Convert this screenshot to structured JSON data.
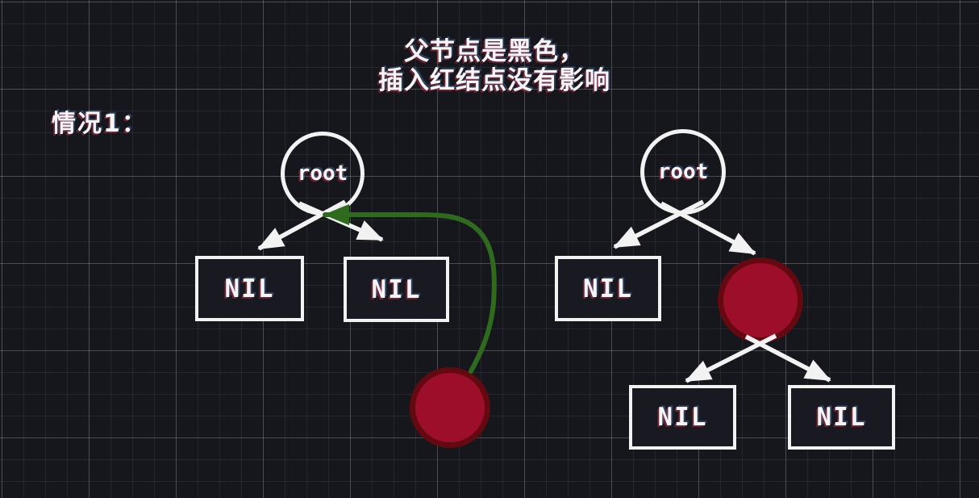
{
  "title": {
    "line1": "父节点是黑色，",
    "line2": "插入红结点没有影响"
  },
  "case_label": "情况1：",
  "left_tree": {
    "root_label": "root",
    "left_nil_label": "NIL",
    "right_nil_label": "NIL"
  },
  "right_tree": {
    "root_label": "root",
    "left_nil_label": "NIL",
    "bottom_left_nil_label": "NIL",
    "bottom_right_nil_label": "NIL"
  },
  "colors": {
    "background": "#16161d",
    "grid_minor": "#26262e",
    "grid_major": "#44444e",
    "shape_stroke": "#f2f2f2",
    "text": "#f5f5f5",
    "nil_box_fill": "#191921",
    "red_node_fill": "#9d0e2a",
    "red_node_stroke": "#650910",
    "green_arrow": "#2e6b1d"
  }
}
